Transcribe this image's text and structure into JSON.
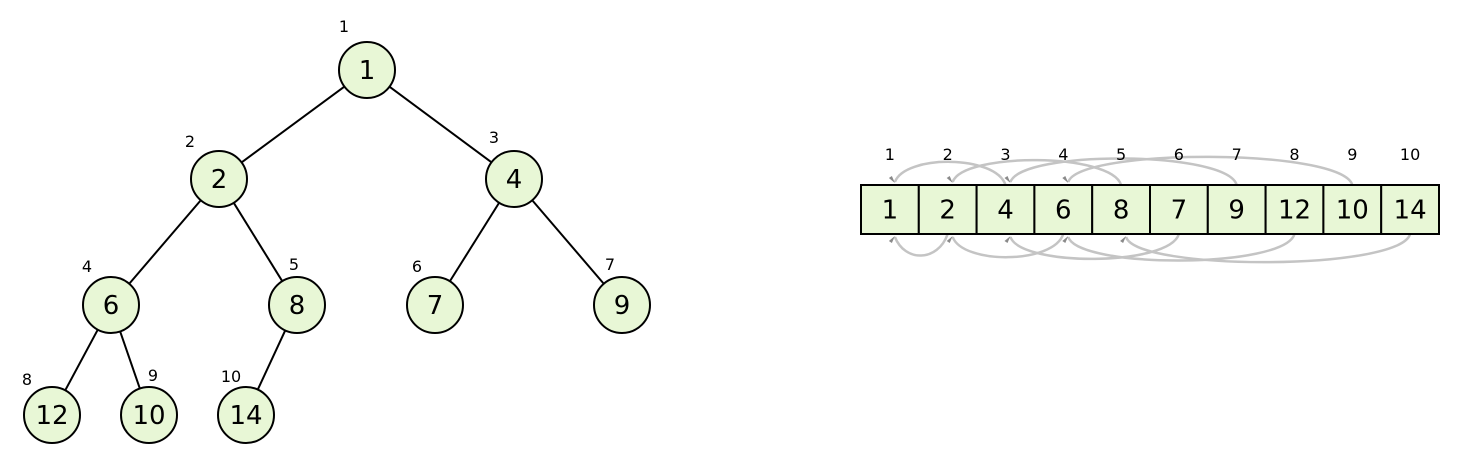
{
  "tree": {
    "nodes": [
      {
        "index": "1",
        "value": "1"
      },
      {
        "index": "2",
        "value": "2"
      },
      {
        "index": "3",
        "value": "4"
      },
      {
        "index": "4",
        "value": "6"
      },
      {
        "index": "5",
        "value": "8"
      },
      {
        "index": "6",
        "value": "7"
      },
      {
        "index": "7",
        "value": "9"
      },
      {
        "index": "8",
        "value": "12"
      },
      {
        "index": "9",
        "value": "10"
      },
      {
        "index": "10",
        "value": "14"
      }
    ],
    "edges": [
      [
        1,
        2
      ],
      [
        1,
        3
      ],
      [
        2,
        4
      ],
      [
        2,
        5
      ],
      [
        3,
        6
      ],
      [
        3,
        7
      ],
      [
        4,
        8
      ],
      [
        4,
        9
      ],
      [
        5,
        10
      ]
    ]
  },
  "array": {
    "indices": [
      "1",
      "2",
      "3",
      "4",
      "5",
      "6",
      "7",
      "8",
      "9",
      "10"
    ],
    "values": [
      "1",
      "2",
      "4",
      "6",
      "8",
      "7",
      "9",
      "12",
      "10",
      "14"
    ]
  },
  "links": [
    {
      "from": 2,
      "to": 1
    },
    {
      "from": 3,
      "to": 1
    },
    {
      "from": 4,
      "to": 2
    },
    {
      "from": 5,
      "to": 2
    },
    {
      "from": 6,
      "to": 3
    },
    {
      "from": 7,
      "to": 3
    },
    {
      "from": 8,
      "to": 4
    },
    {
      "from": 9,
      "to": 4
    },
    {
      "from": 10,
      "to": 5
    }
  ],
  "colors": {
    "node_fill": "#e8f7d6",
    "stroke": "#000000",
    "arc": "#c4c4c4"
  }
}
